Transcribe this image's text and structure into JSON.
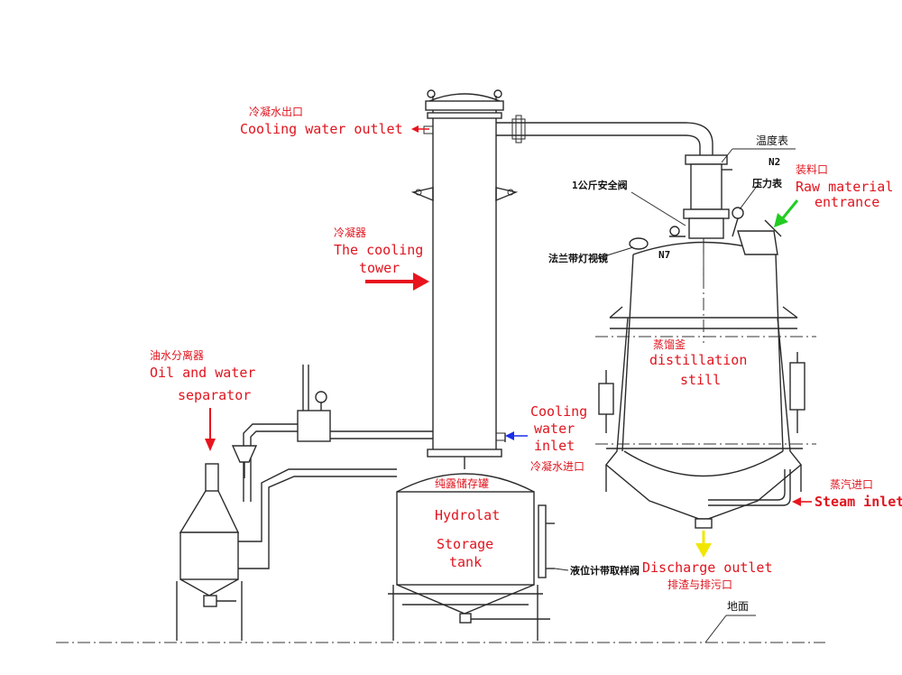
{
  "labels": {
    "cooling_water_outlet_cn": "冷凝水出口",
    "cooling_water_outlet_en": "Cooling water outlet",
    "thermometer_cn": "温度表",
    "n2": "N2",
    "raw_material_cn": "装料口",
    "raw_material_en_1": "Raw material",
    "raw_material_en_2": "entrance",
    "safety_valve_cn": "1公斤安全阀",
    "pressure_gauge_cn": "压力表",
    "cooling_tower_cn": "冷凝器",
    "cooling_tower_en_1": "The cooling",
    "cooling_tower_en_2": "tower",
    "sight_glass_cn": "法兰带灯视镜",
    "n7": "N7",
    "distillation_cn": "蒸馏釜",
    "distillation_en_1": "distillation",
    "distillation_en_2": "still",
    "separator_cn": "油水分离器",
    "separator_en_1": "Oil and water",
    "separator_en_2": "separator",
    "cooling_water_inlet_en_1": "Cooling",
    "cooling_water_inlet_en_2": "water",
    "cooling_water_inlet_en_3": "inlet",
    "cooling_water_inlet_cn": "冷凝水进口",
    "hydrolat_cn": "纯露储存罐",
    "hydrolat_en_1": "Hydrolat",
    "hydrolat_en_2": "Storage",
    "hydrolat_en_3": "tank",
    "steam_inlet_cn": "蒸汽进口",
    "steam_inlet_en": "Steam inlet",
    "level_gauge_cn": "液位计带取样阀",
    "discharge_en": "Discharge outlet",
    "discharge_cn": "排渣与排污口",
    "ground_cn": "地面"
  },
  "colors": {
    "label_red": "#e0141e",
    "arrow_red": "#e8141e",
    "arrow_green": "#22cc22",
    "arrow_blue": "#1a2ee8",
    "arrow_yellow": "#f2e600",
    "line_dark": "#2a2a2a"
  }
}
